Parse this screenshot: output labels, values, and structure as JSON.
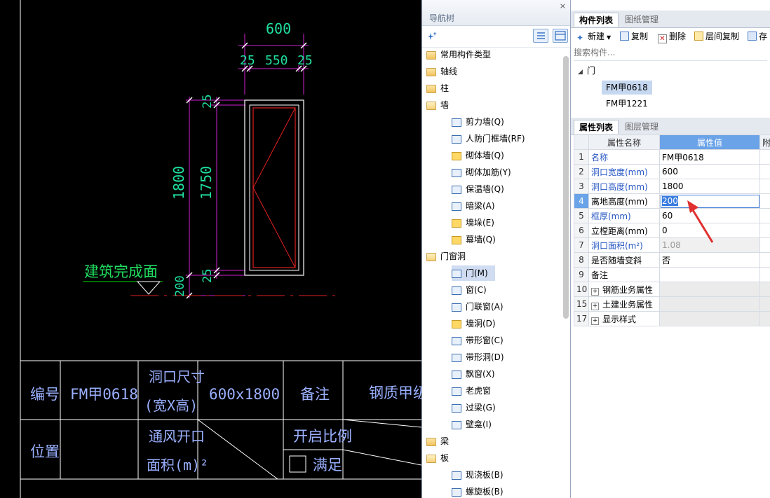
{
  "cad": {
    "dim_top_total": "600",
    "dim_top_parts": [
      "25",
      "550",
      "25"
    ],
    "dim_left_outer": "1800",
    "dim_left_inner": "1750",
    "dim_left_top": "25",
    "dim_left_bottom": "25",
    "dim_sill": "200",
    "floor_label": "建筑完成面",
    "table": {
      "r1_label": "编号",
      "r1_code": "FM甲0618",
      "r1_size_label_1": "洞口尺寸",
      "r1_size_label_2": "(宽X高)",
      "r1_size_value": "600x1800",
      "r1_note_label": "备注",
      "r1_note_value": "钢质甲级防火",
      "r2_label": "位置",
      "r2_vent_1": "通风开口",
      "r2_vent_2": "面积(m)²",
      "r2_ratio": "开启比例",
      "r2_satisfy": "满足"
    }
  },
  "nav": {
    "title": "导航树",
    "close": "×",
    "items": [
      {
        "label": "常用构件类型",
        "icon": "folder-icon"
      },
      {
        "label": "轴线",
        "icon": "folder-icon"
      },
      {
        "label": "柱",
        "icon": "folder-icon"
      },
      {
        "label": "墙",
        "icon": "folder-open-icon"
      },
      {
        "label": "剪力墙(Q)",
        "icon": "shear-wall-icon"
      },
      {
        "label": "人防门框墙(RF)",
        "icon": "civil-defense-door-frame-wall-icon"
      },
      {
        "label": "砌体墙(Q)",
        "icon": "masonry-wall-icon"
      },
      {
        "label": "砌体加筋(Y)",
        "icon": "masonry-reinforcement-icon"
      },
      {
        "label": "保温墙(Q)",
        "icon": "insulation-wall-icon"
      },
      {
        "label": "暗梁(A)",
        "icon": "concealed-beam-icon"
      },
      {
        "label": "墙垛(E)",
        "icon": "wall-pier-icon"
      },
      {
        "label": "幕墙(Q)",
        "icon": "curtain-wall-icon"
      },
      {
        "label": "门窗洞",
        "icon": "folder-open-icon"
      },
      {
        "label": "门(M)",
        "icon": "door-icon"
      },
      {
        "label": "窗(C)",
        "icon": "window-icon"
      },
      {
        "label": "门联窗(A)",
        "icon": "door-window-icon"
      },
      {
        "label": "墙洞(D)",
        "icon": "wall-opening-icon"
      },
      {
        "label": "带形窗(C)",
        "icon": "strip-window-icon"
      },
      {
        "label": "带形洞(D)",
        "icon": "strip-opening-icon"
      },
      {
        "label": "飘窗(X)",
        "icon": "bay-window-icon"
      },
      {
        "label": "老虎窗",
        "icon": "dormer-window-icon"
      },
      {
        "label": "过梁(G)",
        "icon": "lintel-icon"
      },
      {
        "label": "壁龛(I)",
        "icon": "niche-icon"
      },
      {
        "label": "梁",
        "icon": "folder-icon"
      },
      {
        "label": "板",
        "icon": "folder-open-icon"
      },
      {
        "label": "现浇板(B)",
        "icon": "cast-slab-icon"
      },
      {
        "label": "螺旋板(B)",
        "icon": "spiral-slab-icon"
      }
    ]
  },
  "comp_panel": {
    "tabs": [
      "构件列表",
      "图纸管理"
    ],
    "toolbar": {
      "new": "新建",
      "copy": "复制",
      "delete": "删除",
      "floor_copy": "层间复制",
      "save": "存"
    },
    "search_placeholder": "搜索构件...",
    "tree_root": "门",
    "components": [
      "FM甲0618",
      "FM甲1221"
    ]
  },
  "prop_panel": {
    "tabs": [
      "属性列表",
      "图层管理"
    ],
    "header": {
      "name": "属性名称",
      "value": "属性值",
      "extra": "附"
    },
    "rows": [
      {
        "num": "1",
        "name": "名称",
        "value": "FM甲0618"
      },
      {
        "num": "2",
        "name": "洞口宽度(mm)",
        "value": "600"
      },
      {
        "num": "3",
        "name": "洞口高度(mm)",
        "value": "1800"
      },
      {
        "num": "4",
        "name": "离地高度(mm)",
        "value": "200"
      },
      {
        "num": "5",
        "name": "框厚(mm)",
        "value": "60"
      },
      {
        "num": "6",
        "name": "立樘距离(mm)",
        "value": "0"
      },
      {
        "num": "7",
        "name": "洞口面积(m²)",
        "value": "1.08"
      },
      {
        "num": "8",
        "name": "是否随墙变斜",
        "value": "否"
      },
      {
        "num": "9",
        "name": "备注",
        "value": ""
      },
      {
        "num": "10",
        "name": "钢筋业务属性",
        "value": "",
        "expander": "+"
      },
      {
        "num": "15",
        "name": "土建业务属性",
        "value": "",
        "expander": "+"
      },
      {
        "num": "17",
        "name": "显示样式",
        "value": "",
        "expander": "+"
      }
    ]
  }
}
